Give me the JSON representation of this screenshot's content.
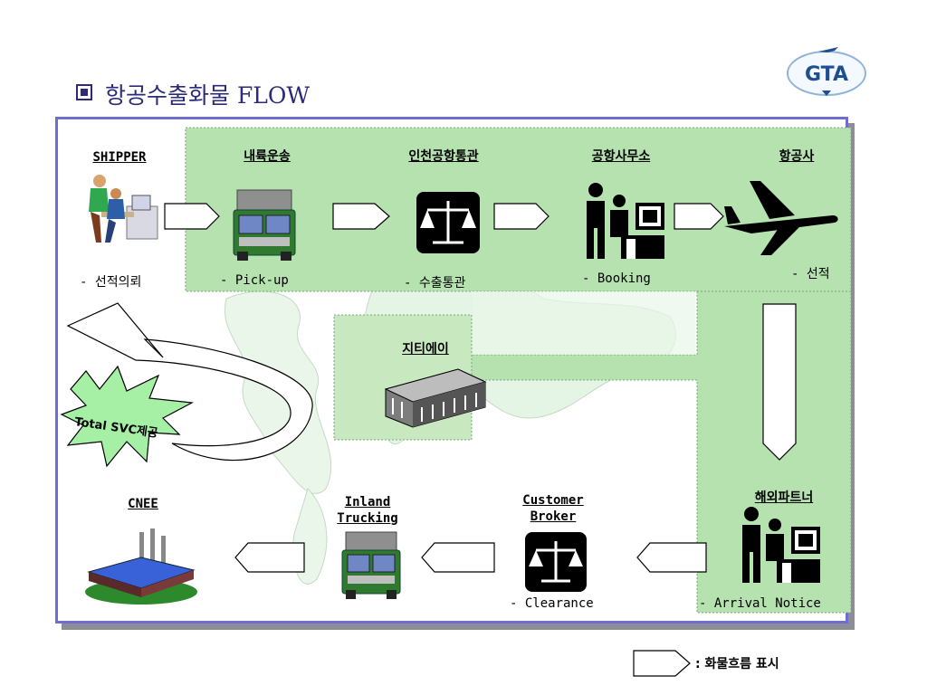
{
  "header": {
    "title": "항공수출화물 FLOW",
    "logo_text": "GTA"
  },
  "nodes": {
    "shipper": {
      "name": "SHIPPER",
      "caption": "- 선적의뢰"
    },
    "inland": {
      "name": "내륙운송",
      "caption": "- Pick-up"
    },
    "customs": {
      "name": "인천공항통관",
      "caption": "- 수출통관"
    },
    "office": {
      "name": "공항사무소",
      "caption": "- Booking"
    },
    "airline": {
      "name": "항공사",
      "caption": "- 선적"
    },
    "gta": {
      "name": "지티에이"
    },
    "partner": {
      "name": "해외파트너",
      "caption": "- Arrival Notice"
    },
    "broker": {
      "name_line1": "Customer",
      "name_line2": "Broker",
      "caption": "- Clearance"
    },
    "trucking": {
      "name_line1": "Inland",
      "name_line2": "Trucking"
    },
    "cnee": {
      "name": "CNEE"
    }
  },
  "burst": {
    "label": "Total SVC제공"
  },
  "legend": {
    "label": ": 화물흐름 표시"
  },
  "colors": {
    "frame_border": "#6e6ed0",
    "green_zone": "#b6e2b0",
    "title": "#2b2b7a",
    "truck_green": "#2f7a2f",
    "burst_fill": "#a6f0a6"
  }
}
